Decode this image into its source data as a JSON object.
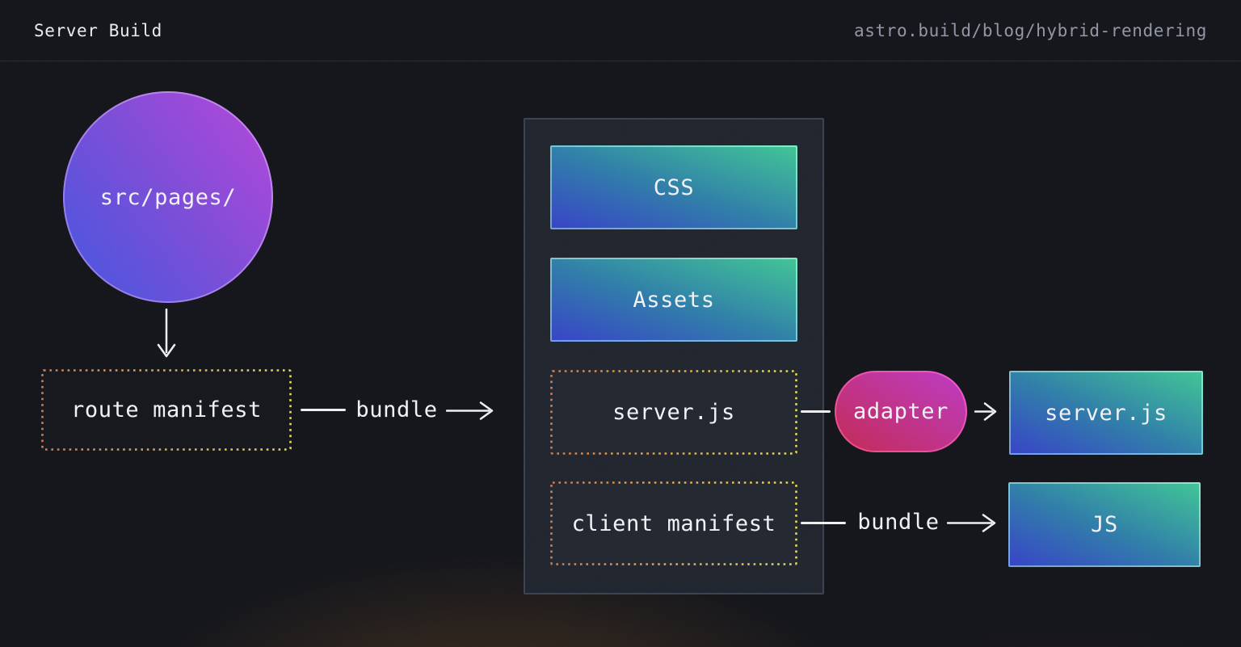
{
  "header": {
    "title": "Server Build",
    "url": "astro.build/blog/hybrid-rendering"
  },
  "diagram": {
    "source": "src/pages/",
    "route_manifest": "route manifest",
    "bundle_top": "bundle",
    "build_output": {
      "css": "CSS",
      "assets": "Assets",
      "server_js": "server.js",
      "client_manifest": "client manifest"
    },
    "adapter": "adapter",
    "server_js_output": "server.js",
    "bundle_bottom": "bundle",
    "js_output": "JS"
  },
  "colors": {
    "background": "#15161b",
    "panel_background": "#21252e",
    "solid_box_gradient": [
      "#3642c6",
      "#2f7aa6",
      "#3fc292"
    ],
    "dashed_border_gradient": [
      "#cf7950",
      "#e2d961"
    ],
    "circle_gradient": [
      "#4a52dd",
      "#a946d8"
    ],
    "adapter_gradient": [
      "#c02a52",
      "#bb3ac0"
    ],
    "arrow": "#edeef2",
    "text": "#f1f2f5",
    "muted_text": "#8d93a0"
  }
}
